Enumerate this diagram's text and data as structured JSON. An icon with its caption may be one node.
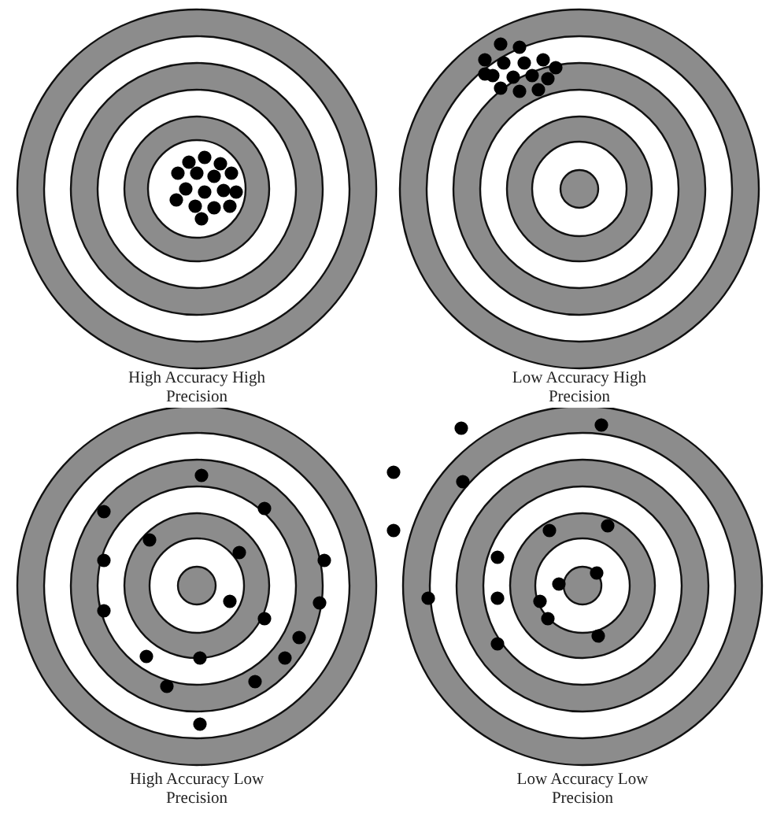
{
  "diagram": {
    "labels": [
      "High Accuracy High Precision",
      "Low Accuracy High Precision",
      "High Accuracy Low Precision",
      "Low Accuracy Low Precision"
    ]
  }
}
